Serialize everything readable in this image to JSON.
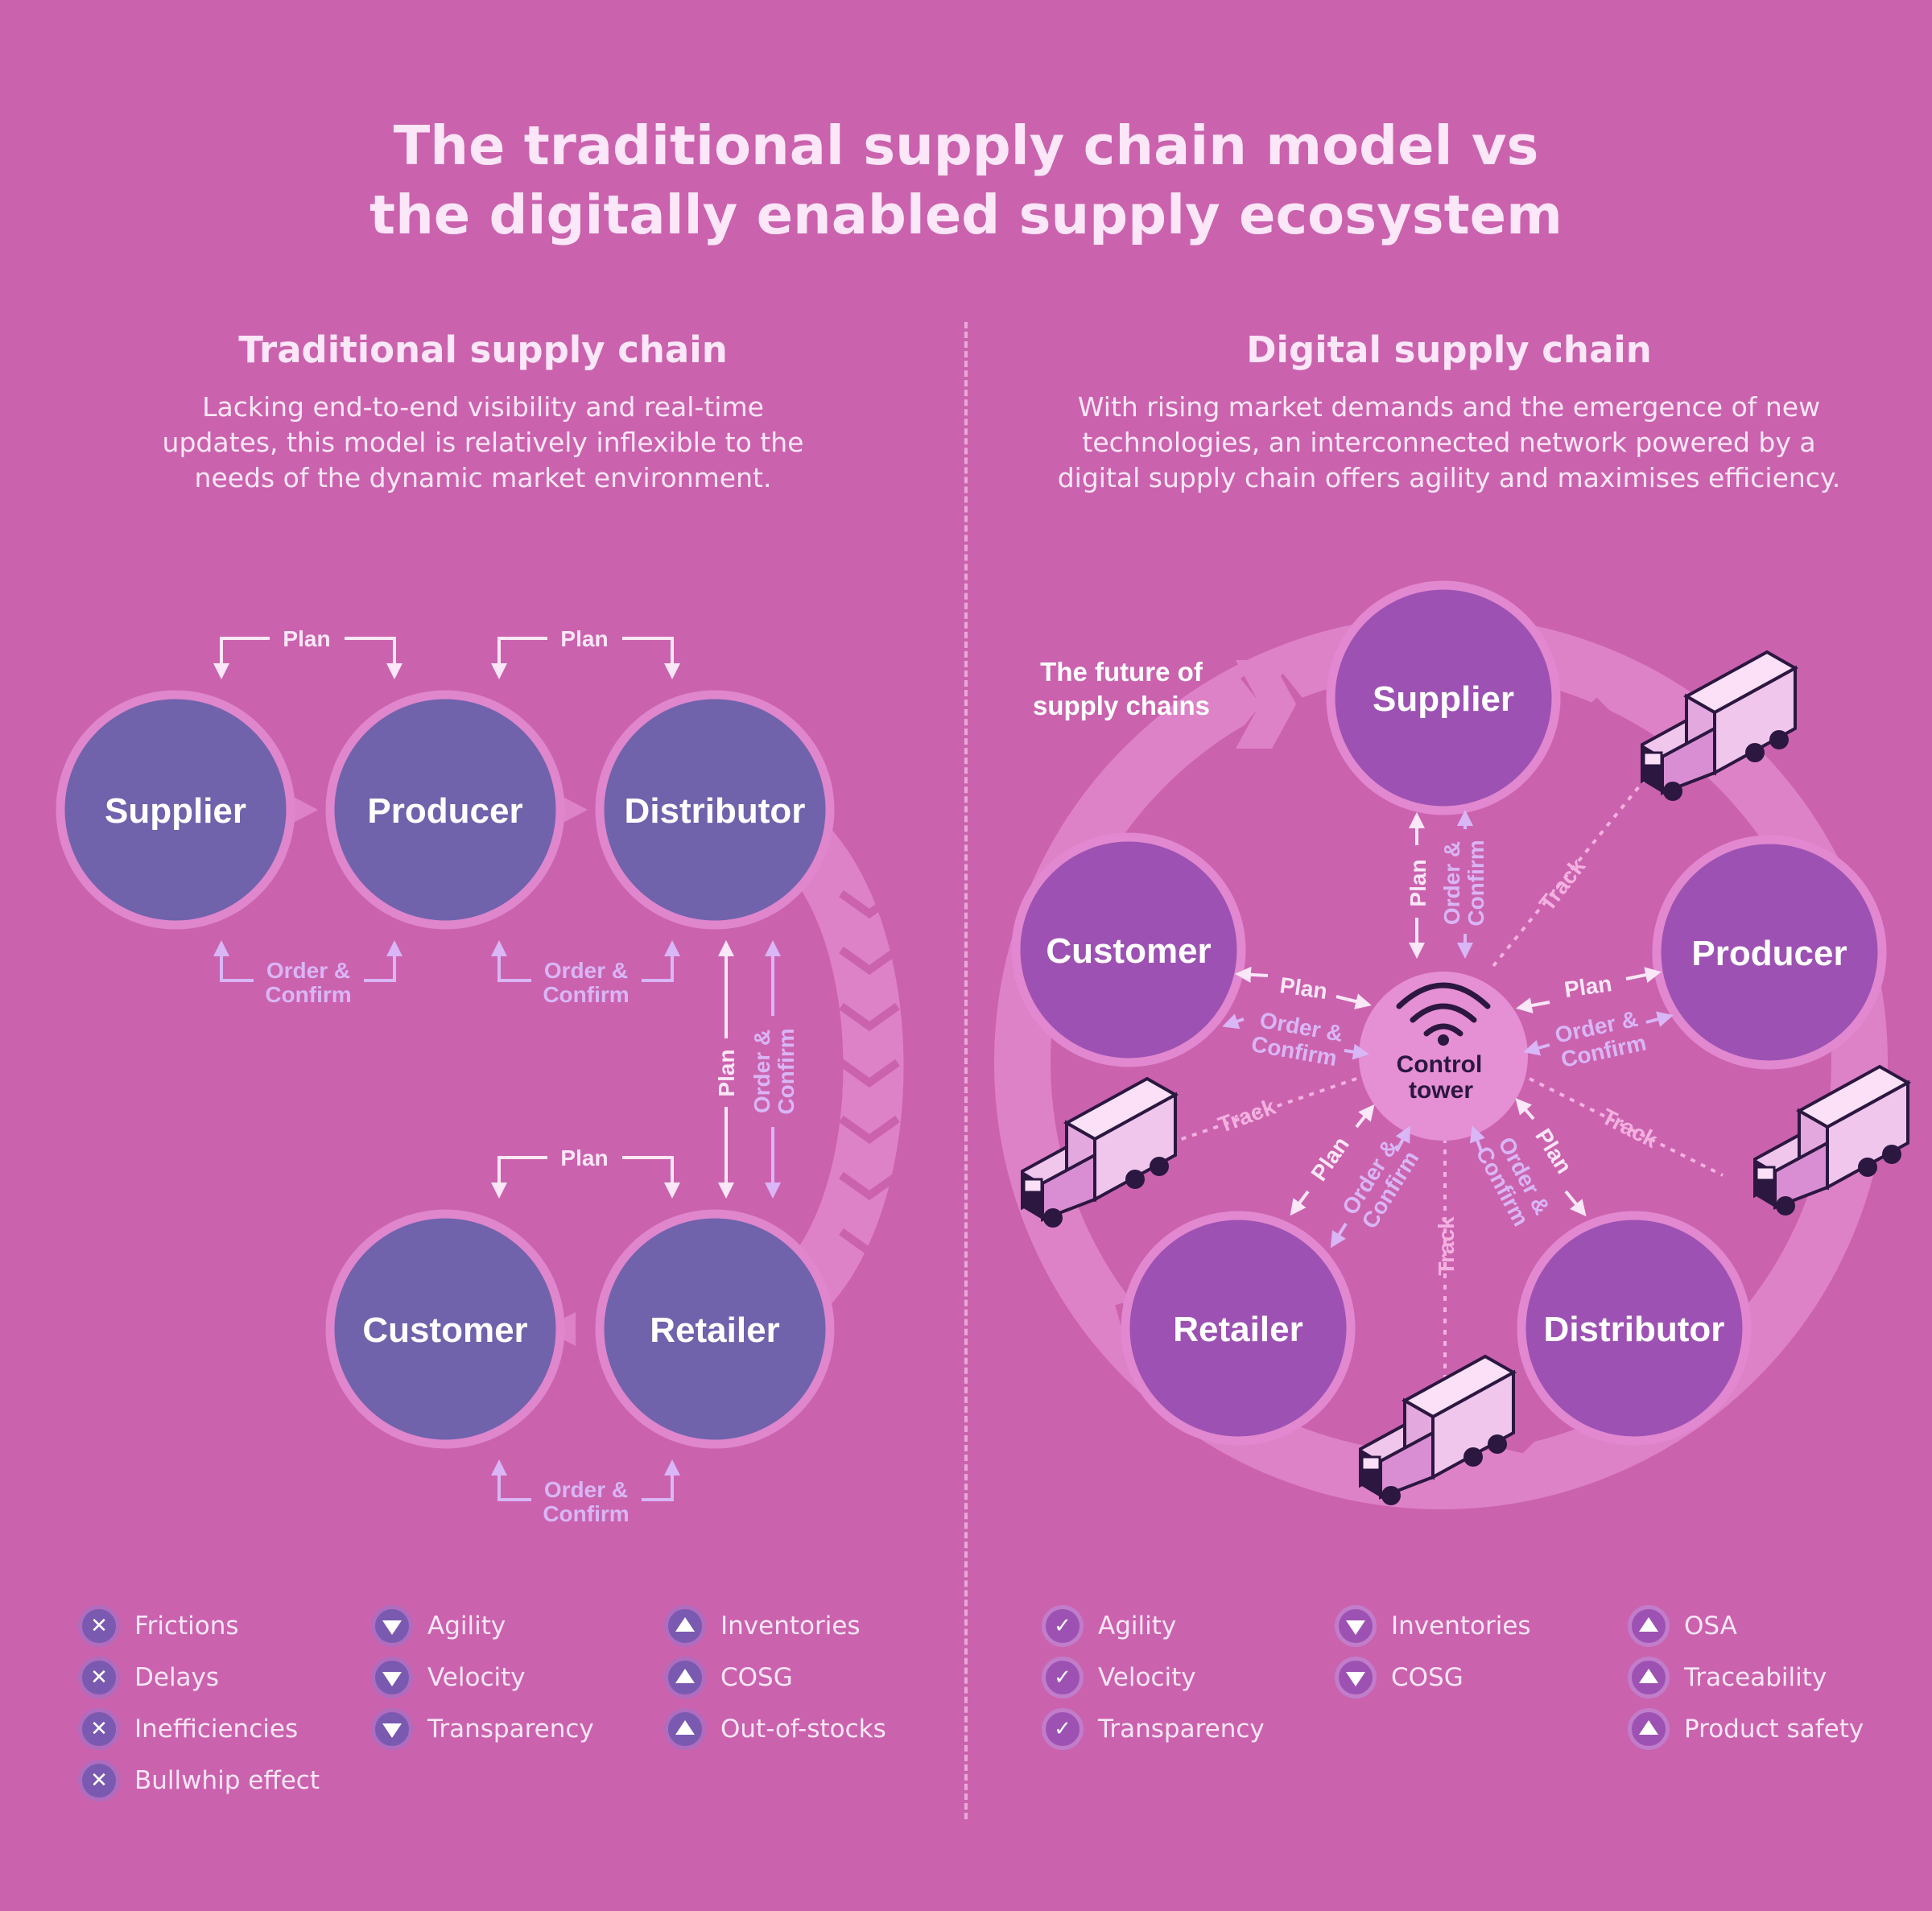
{
  "title": {
    "line1": "The traditional supply chain model vs",
    "line2": "the digitally enabled supply ecosystem"
  },
  "traditional": {
    "heading": "Traditional supply chain",
    "description_lines": [
      "Lacking end-to-end visibility and real-time",
      "updates, this model is relatively inflexible to the",
      "needs of the dynamic market environment."
    ],
    "nodes": {
      "supplier": "Supplier",
      "producer": "Producer",
      "distributor": "Distributor",
      "customer": "Customer",
      "retailer": "Retailer"
    },
    "plan_label": "Plan",
    "order_label_1": "Order &",
    "order_label_2": "Confirm",
    "legend": [
      {
        "icon": "x-icon",
        "label": "Frictions"
      },
      {
        "icon": "x-icon",
        "label": "Delays"
      },
      {
        "icon": "x-icon",
        "label": "Inefficiencies"
      },
      {
        "icon": "x-icon",
        "label": "Bullwhip effect"
      },
      {
        "icon": "down-triangle-icon",
        "label": "Agility"
      },
      {
        "icon": "down-triangle-icon",
        "label": "Velocity"
      },
      {
        "icon": "down-triangle-icon",
        "label": "Transparency"
      },
      {
        "icon": "up-triangle-icon",
        "label": "Inventories"
      },
      {
        "icon": "up-triangle-icon",
        "label": "COSG"
      },
      {
        "icon": "up-triangle-icon",
        "label": "Out-of-stocks"
      }
    ]
  },
  "digital": {
    "heading": "Digital supply chain",
    "description_lines": [
      "With rising market demands and the emergence of new",
      "technologies, an interconnected network powered by a",
      "digital supply chain offers agility and maximises efficiency."
    ],
    "future_label_1": "The future of",
    "future_label_2": "supply chains",
    "center_1": "Control",
    "center_2": "tower",
    "nodes": {
      "supplier": "Supplier",
      "producer": "Producer",
      "distributor": "Distributor",
      "retailer": "Retailer",
      "customer": "Customer"
    },
    "plan_label": "Plan",
    "order_label_1": "Order &",
    "order_label_2": "Confirm",
    "track_label": "Track",
    "legend": [
      {
        "icon": "check-icon",
        "label": "Agility"
      },
      {
        "icon": "check-icon",
        "label": "Velocity"
      },
      {
        "icon": "check-icon",
        "label": "Transparency"
      },
      {
        "icon": "down-triangle-icon",
        "label": "Inventories"
      },
      {
        "icon": "down-triangle-icon",
        "label": "COSG"
      },
      {
        "icon": "up-triangle-icon",
        "label": "OSA"
      },
      {
        "icon": "up-triangle-icon",
        "label": "Traceability"
      },
      {
        "icon": "up-triangle-icon",
        "label": "Product safety"
      }
    ]
  },
  "colors": {
    "background": "#cb62ae",
    "trad_node": "#7162ac",
    "dig_node": "#9d52b3",
    "arrow": "#d9b6f5",
    "text": "#fbe7f7"
  }
}
